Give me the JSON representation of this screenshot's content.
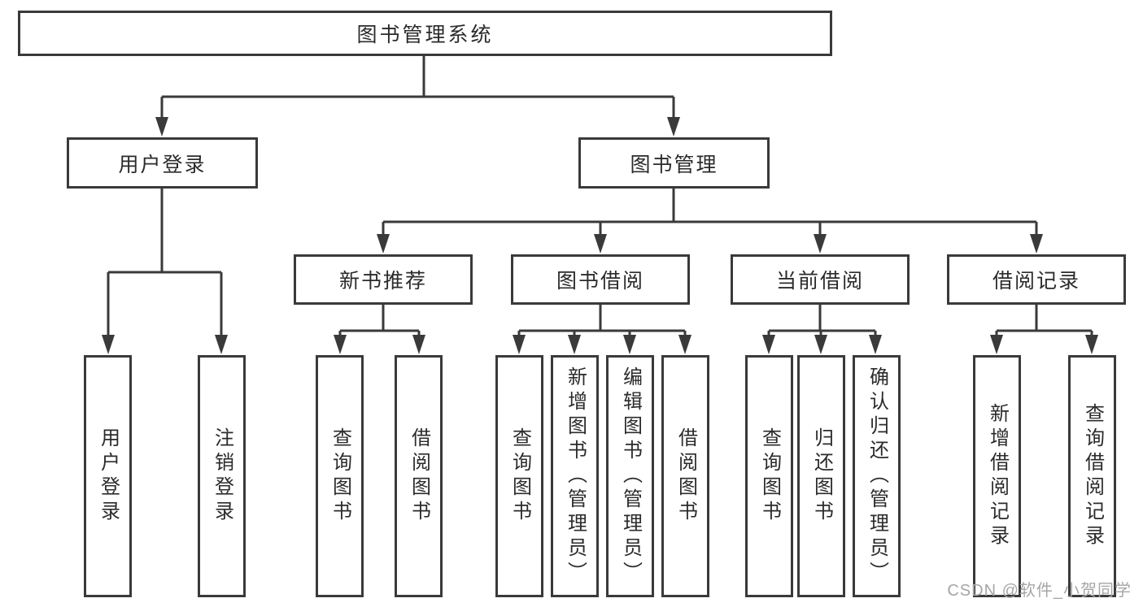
{
  "colors": {
    "line": "#3a3a3a",
    "box_border": "#3a3a3a",
    "box_fill": "#ffffff",
    "text": "#2b2b2b",
    "watermark": "#a6a6a6"
  },
  "watermark": "CSDN @软件_小贺同学",
  "tree": {
    "label": "图书管理系统",
    "children": [
      {
        "label": "用户登录",
        "children": [
          {
            "label": "用户登录"
          },
          {
            "label": "注销登录"
          }
        ]
      },
      {
        "label": "图书管理",
        "children": [
          {
            "label": "新书推荐",
            "children": [
              {
                "label": "查询图书"
              },
              {
                "label": "借阅图书"
              }
            ]
          },
          {
            "label": "图书借阅",
            "children": [
              {
                "label": "查询图书"
              },
              {
                "label": "新增图书（管理员）"
              },
              {
                "label": "编辑图书（管理员）"
              },
              {
                "label": "借阅图书"
              }
            ]
          },
          {
            "label": "当前借阅",
            "children": [
              {
                "label": "查询图书"
              },
              {
                "label": "归还图书"
              },
              {
                "label": "确认归还（管理员）"
              }
            ]
          },
          {
            "label": "借阅记录",
            "children": [
              {
                "label": "新增借阅记录"
              },
              {
                "label": "查询借阅记录"
              }
            ]
          }
        ]
      }
    ]
  }
}
